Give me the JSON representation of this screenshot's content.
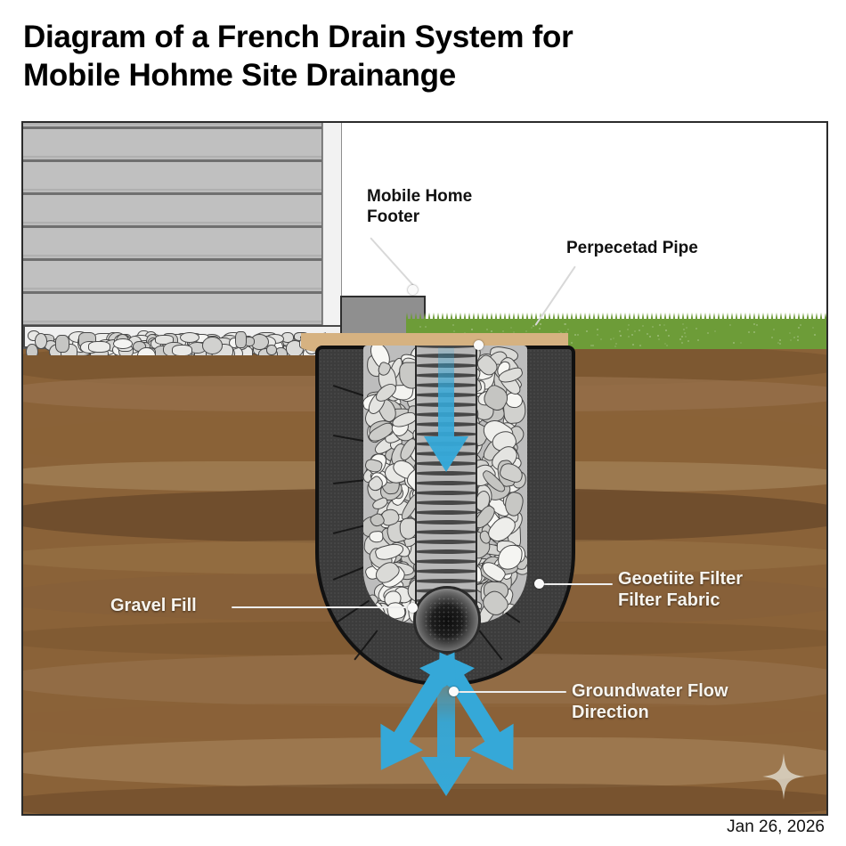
{
  "title": {
    "line1": "Diagram of a French Drain System for",
    "line2": "Mobile Hohme Site Drainange"
  },
  "labels": {
    "footer": {
      "line1": "Mobile Home",
      "line2": "Footer"
    },
    "pipe": {
      "line1": "Perpecetad Pipe"
    },
    "gravel": {
      "line1": "Gravel Fill"
    },
    "fabric": {
      "line1": "Geoetiite Filter",
      "line2": "Filter Fabric"
    },
    "groundwater": {
      "line1": "Groundwater Flow",
      "line2": "Direction"
    }
  },
  "footer_note": {
    "date": "Jan 26, 2026"
  },
  "icons": {
    "sparkle": "sparkle-watermark",
    "down_arrow": "water-infiltration-arrow-down",
    "flow_arrows": "groundwater-flow-arrows"
  },
  "colors": {
    "water_arrow": "#35a8d8",
    "grass": "#6d9c38",
    "soil": "#8a6238",
    "backfill_sand": "#d6b281",
    "geotextile": "#3c3c3c",
    "gravel": "#dcdcdc",
    "siding": "#c0c0c0",
    "block": "#8d8d8d",
    "title_text": "#000000",
    "label_light": "#f7f5ef"
  },
  "chart_data": {
    "type": "diagram",
    "title": "Diagram of a French Drain System for Mobile Hohme Site Drainange",
    "components": [
      {
        "name": "Mobile Home Footer",
        "label": "Mobile Home Footer"
      },
      {
        "name": "Perforated Pipe",
        "label": "Perpecetad Pipe"
      },
      {
        "name": "Gravel Fill",
        "label": "Gravel Fill"
      },
      {
        "name": "Geotextile Filter Fabric",
        "label": "Geoetiite Filter Filter Fabric"
      },
      {
        "name": "Groundwater Flow Direction",
        "label": "Groundwater Flow Direction"
      }
    ],
    "flow_arrows": [
      {
        "direction": "down",
        "meaning": "surface water infiltrating into gravel and pipe"
      },
      {
        "direction": "up-left",
        "meaning": "groundwater entering trench"
      },
      {
        "direction": "up",
        "meaning": "groundwater entering trench"
      },
      {
        "direction": "up-right",
        "meaning": "groundwater entering trench"
      }
    ]
  }
}
